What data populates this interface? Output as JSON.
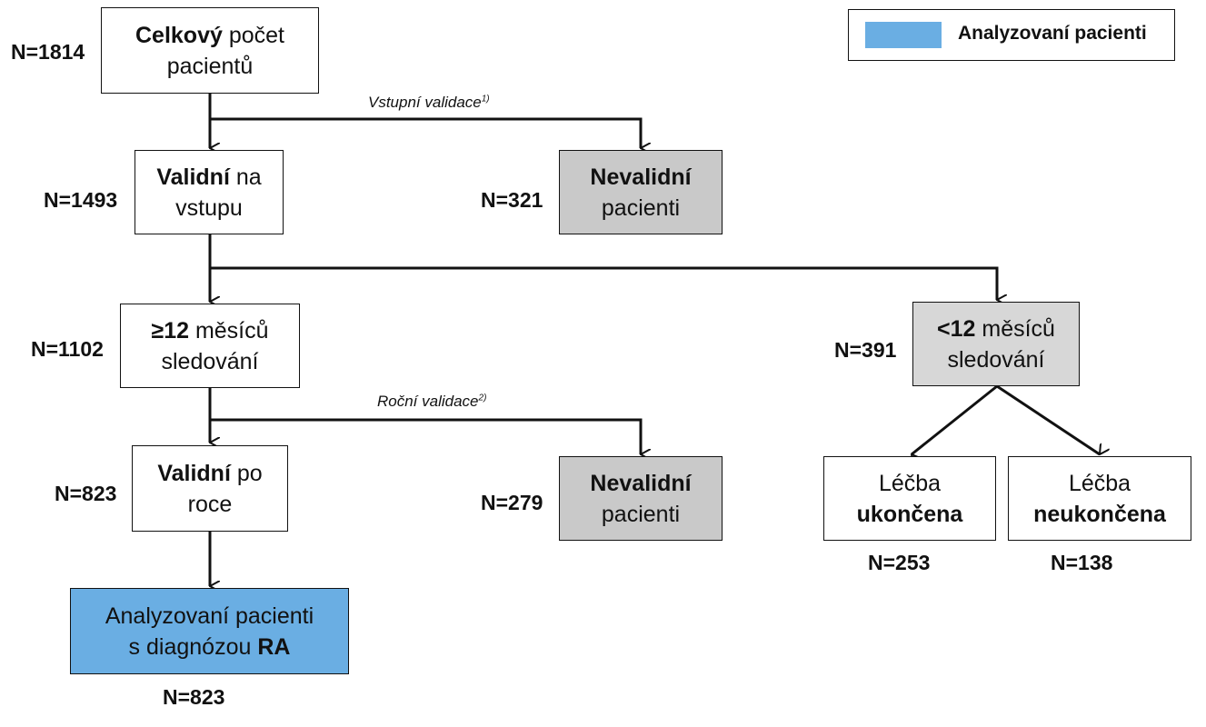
{
  "legend": {
    "label": "Analyzovaní pacienti",
    "swatch_color": "#6aaee3"
  },
  "nodes": {
    "total": {
      "bold": "Celkový",
      "rest1": " počet",
      "line2": "pacientů",
      "n": "N=1814"
    },
    "valid_entry": {
      "bold": "Validní",
      "rest1": " na",
      "line2": "vstupu",
      "n": "N=1493"
    },
    "invalid_entry": {
      "bold": "Nevalidní",
      "line2": "pacienti",
      "n": "N=321"
    },
    "ge12": {
      "bold": "≥12",
      "rest1": " měsíců",
      "line2": "sledování",
      "n": "N=1102"
    },
    "lt12": {
      "bold": "<12",
      "rest1": " měsíců",
      "line2": "sledování",
      "n": "N=391"
    },
    "valid_year": {
      "bold": "Validní",
      "rest1": " po",
      "line2": "roce",
      "n": "N=823"
    },
    "invalid_year": {
      "bold": "Nevalidní",
      "line2": "pacienti",
      "n": "N=279"
    },
    "treat_ended": {
      "line1": "Léčba",
      "bold": "ukončena",
      "n": "N=253"
    },
    "treat_not_ended": {
      "line1": "Léčba",
      "bold": "neukončena",
      "n": "N=138"
    },
    "analyzed": {
      "line1": "Analyzovaní pacienti",
      "line2": "s diagnózou ",
      "bold": "RA",
      "n": "N=823"
    }
  },
  "validation_labels": {
    "entry": {
      "text": "Vstupní validace",
      "sup": "1)"
    },
    "yearly": {
      "text": "Roční validace",
      "sup": "2)"
    }
  },
  "colors": {
    "invalid_fill": "#c9c9c9",
    "lt12_fill": "#d7d7d7",
    "analyzed_fill": "#6aaee3"
  }
}
